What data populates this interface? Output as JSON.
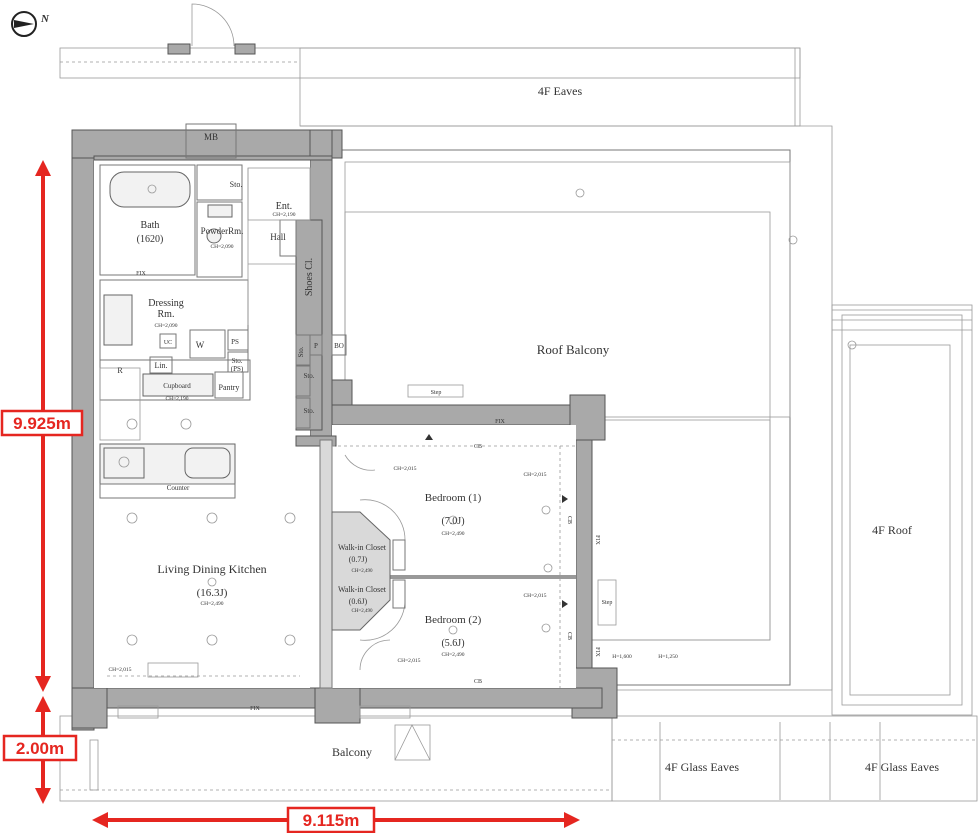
{
  "north_mark": "N",
  "rooms": {
    "eaves_4f": "4F Eaves",
    "roof_balcony": "Roof Balcony",
    "roof_4f": "4F Roof",
    "glass_eaves_1": "4F Glass Eaves",
    "glass_eaves_2": "4F Glass Eaves",
    "balcony": "Balcony",
    "mb": "MB",
    "sto_top": "Sto.",
    "ent": "Ent.",
    "ent_ch": "CH=2,190",
    "hall": "Hall",
    "bath": "Bath",
    "bath_size": "(1620)",
    "powder_rm": "PowderRm.",
    "powder_ch": "CH=2,090",
    "shoes_cl": "Shoes Cl.",
    "dressing": "Dressing",
    "dressing_rm": "Rm.",
    "dressing_ch": "CH=2,090",
    "w": "W",
    "ps": "PS",
    "uc": "UC",
    "lin": "Lin.",
    "sto_ps": "Sto.",
    "sto_ps_2": "(PS)",
    "r": "R",
    "cupboard": "Cupboard",
    "cupboard_ch": "CH=2,190",
    "pantry": "Pantry",
    "sto_1": "Sto.",
    "sto_2": "Sto.",
    "sto_3": "Sto.",
    "p": "P",
    "bo": "BO",
    "counter": "Counter",
    "ldk": "Living Dining Kitchen",
    "ldk_size": "(16.3J)",
    "ldk_ch": "CH=2,490",
    "bedroom1": "Bedroom (1)",
    "bedroom1_size": "(7.0J)",
    "bedroom1_ch": "CH=2,490",
    "bedroom2": "Bedroom (2)",
    "bedroom2_size": "(5.6J)",
    "bedroom2_ch": "CH=2,490",
    "wic1": "Walk-in Closet",
    "wic1_size": "(0.7J)",
    "wic1_ch": "CH=2,490",
    "wic2": "Walk-in Closet",
    "wic2_size": "(0.6J)",
    "wic2_ch": "CH=2,490",
    "step1": "Step",
    "step2": "Step",
    "fix_1": "FIX",
    "fix_2": "FIX",
    "fix_3": "FIX",
    "fix_4": "FIX",
    "fix_5": "FIX",
    "cb_1": "CB",
    "cb_2": "CB",
    "cb_3": "CB",
    "cb_4": "CB",
    "h1600": "H=1,600",
    "h1250": "H=1,250",
    "ch2015_a": "CH=2,015",
    "ch2015_b": "CH=2,015",
    "ch2015_c": "CH=2,015",
    "ch2015_d": "CH=2,015",
    "ch2015_e": "CH=2,015"
  },
  "dimensions": {
    "height_main": "9.925m",
    "height_balcony": "2.00m",
    "width": "9.115m"
  },
  "colors": {
    "dimension": "#e52620",
    "wall": "#a9a9a9"
  }
}
